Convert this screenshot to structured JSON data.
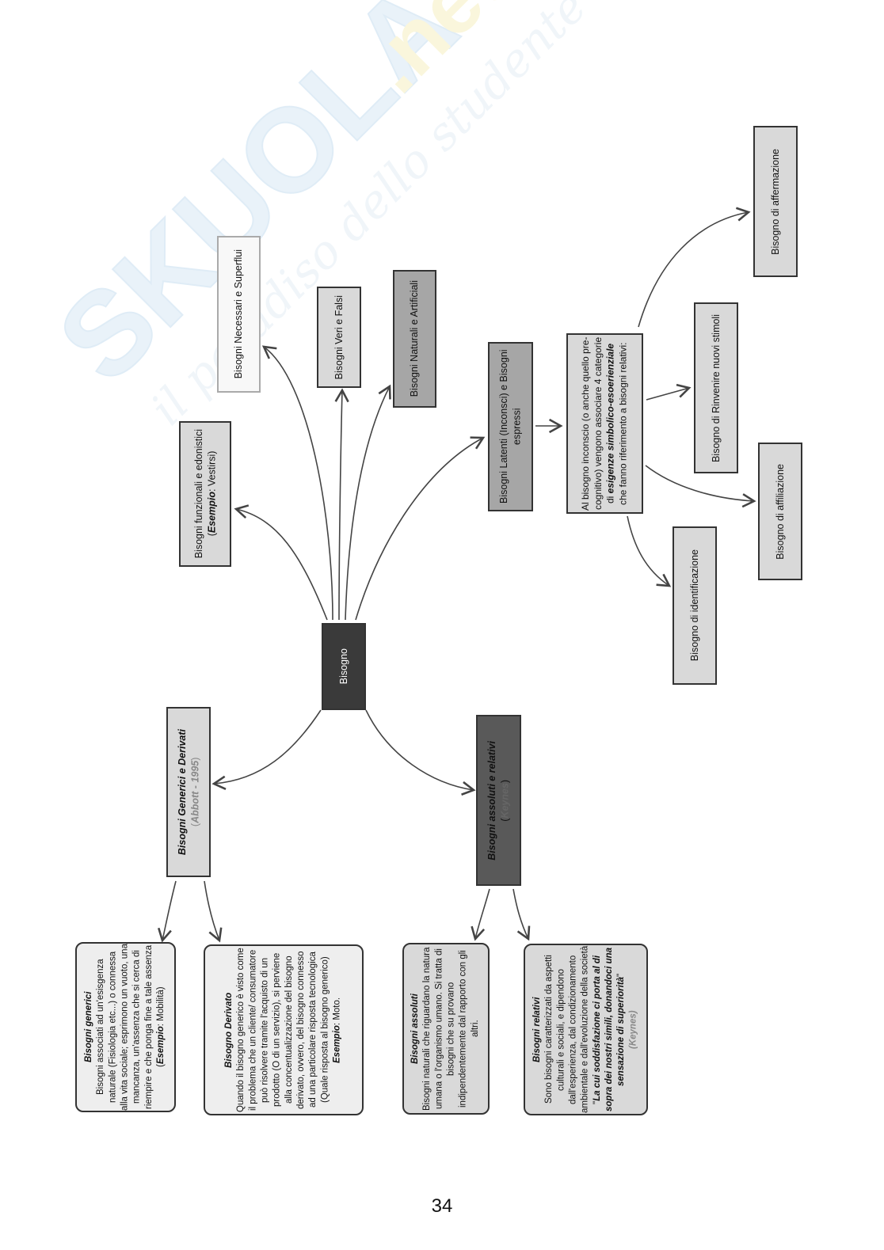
{
  "watermark": {
    "logo": "SKUOLA.net",
    "tagline": "il paradiso dello studente"
  },
  "root": {
    "label": "Bisogno"
  },
  "generici_derivati": {
    "title": "Bisogni Generici e Derivati",
    "source_open": "(",
    "source": "Abbott - 1995",
    "source_close": ")"
  },
  "assoluti_relativi": {
    "title": "Bisogni assoluti e relativi",
    "source_open": "(",
    "source": "Keynes",
    "source_close": ")"
  },
  "funzionali": {
    "line1": "Bisogni funzionali e edonistici",
    "open": "(",
    "example_label": "Esempio",
    "example_text": ": Vestirsi)"
  },
  "necessari": {
    "label": "Bisogni Necessari e Superflui"
  },
  "veri": {
    "label": "Bisogni Veri e Falsi"
  },
  "naturali": {
    "label": "Bisogni Naturali e Artificiali"
  },
  "latenti": {
    "label": "Bisogni Latenti (Inconsci) e Bisogni espressi"
  },
  "inconscio": {
    "text_a": "Al bisogno inconscio (o anche quello pre-cognitivo) vengono associare 4 categorie di ",
    "bold_a": "esigenze simbolico-esoerienziale",
    "text_b": " che fanno riferimento a bisogni relativi:"
  },
  "affermazione": {
    "label": "Bisogno di affermazione"
  },
  "stimoli": {
    "label": "Bisogno di Rinvenire nuovi stimoli"
  },
  "affiliazione": {
    "label": "Bisogno di affiliazione"
  },
  "identificazione": {
    "label": "Bisogno di identificazione"
  },
  "generici": {
    "title": "Bisogni generici",
    "text": "Bisogni associati ad un'esisgenza naturale (Fisiologia etc...) o connessa alla vita sociale; esprimono un vuoto, una mancanza, un'assenza che si cerca di riempire e che ponga fine a tale assenza (",
    "example_label": "Esempio",
    "example_text": ": Mobilità)"
  },
  "derivato": {
    "title": "Bisogno Derivato",
    "text": "Quando il bisogno generico è visto come il problema che un cliente/ consumatore può risolvere tramite l'acquisto di un prodotto (O di un servizio), si perviene alla concentualizzazione del bisogno derivato, ovvero, del bisogno connesso ad una particolare risposta tecnologica (Quale risposta al bisogno generico)",
    "example_label": "Esempio",
    "example_text": ": Moto."
  },
  "assoluti": {
    "title": "Bisogni assoluti",
    "text": "Bisogni naturali che riguardano la natura umana o l'organismo umano. Si tratta di bisogni che su provano indipendentemente dal rapporto con gli altri."
  },
  "relativi": {
    "title": "Bisogni relativi",
    "text": "Sono bisogni caratterizzati da aspetti culturali e sociali, e dipendono dall'esperienza, dal condizionamento ambientale e dall'evoluzione della società \"",
    "quote": "La cui soddisfazione ci porta al di sopra dei nostri simili, donandoci una sensazione di superiorità",
    "close": "\"",
    "author": "(Keynes)"
  },
  "page_number": "34"
}
